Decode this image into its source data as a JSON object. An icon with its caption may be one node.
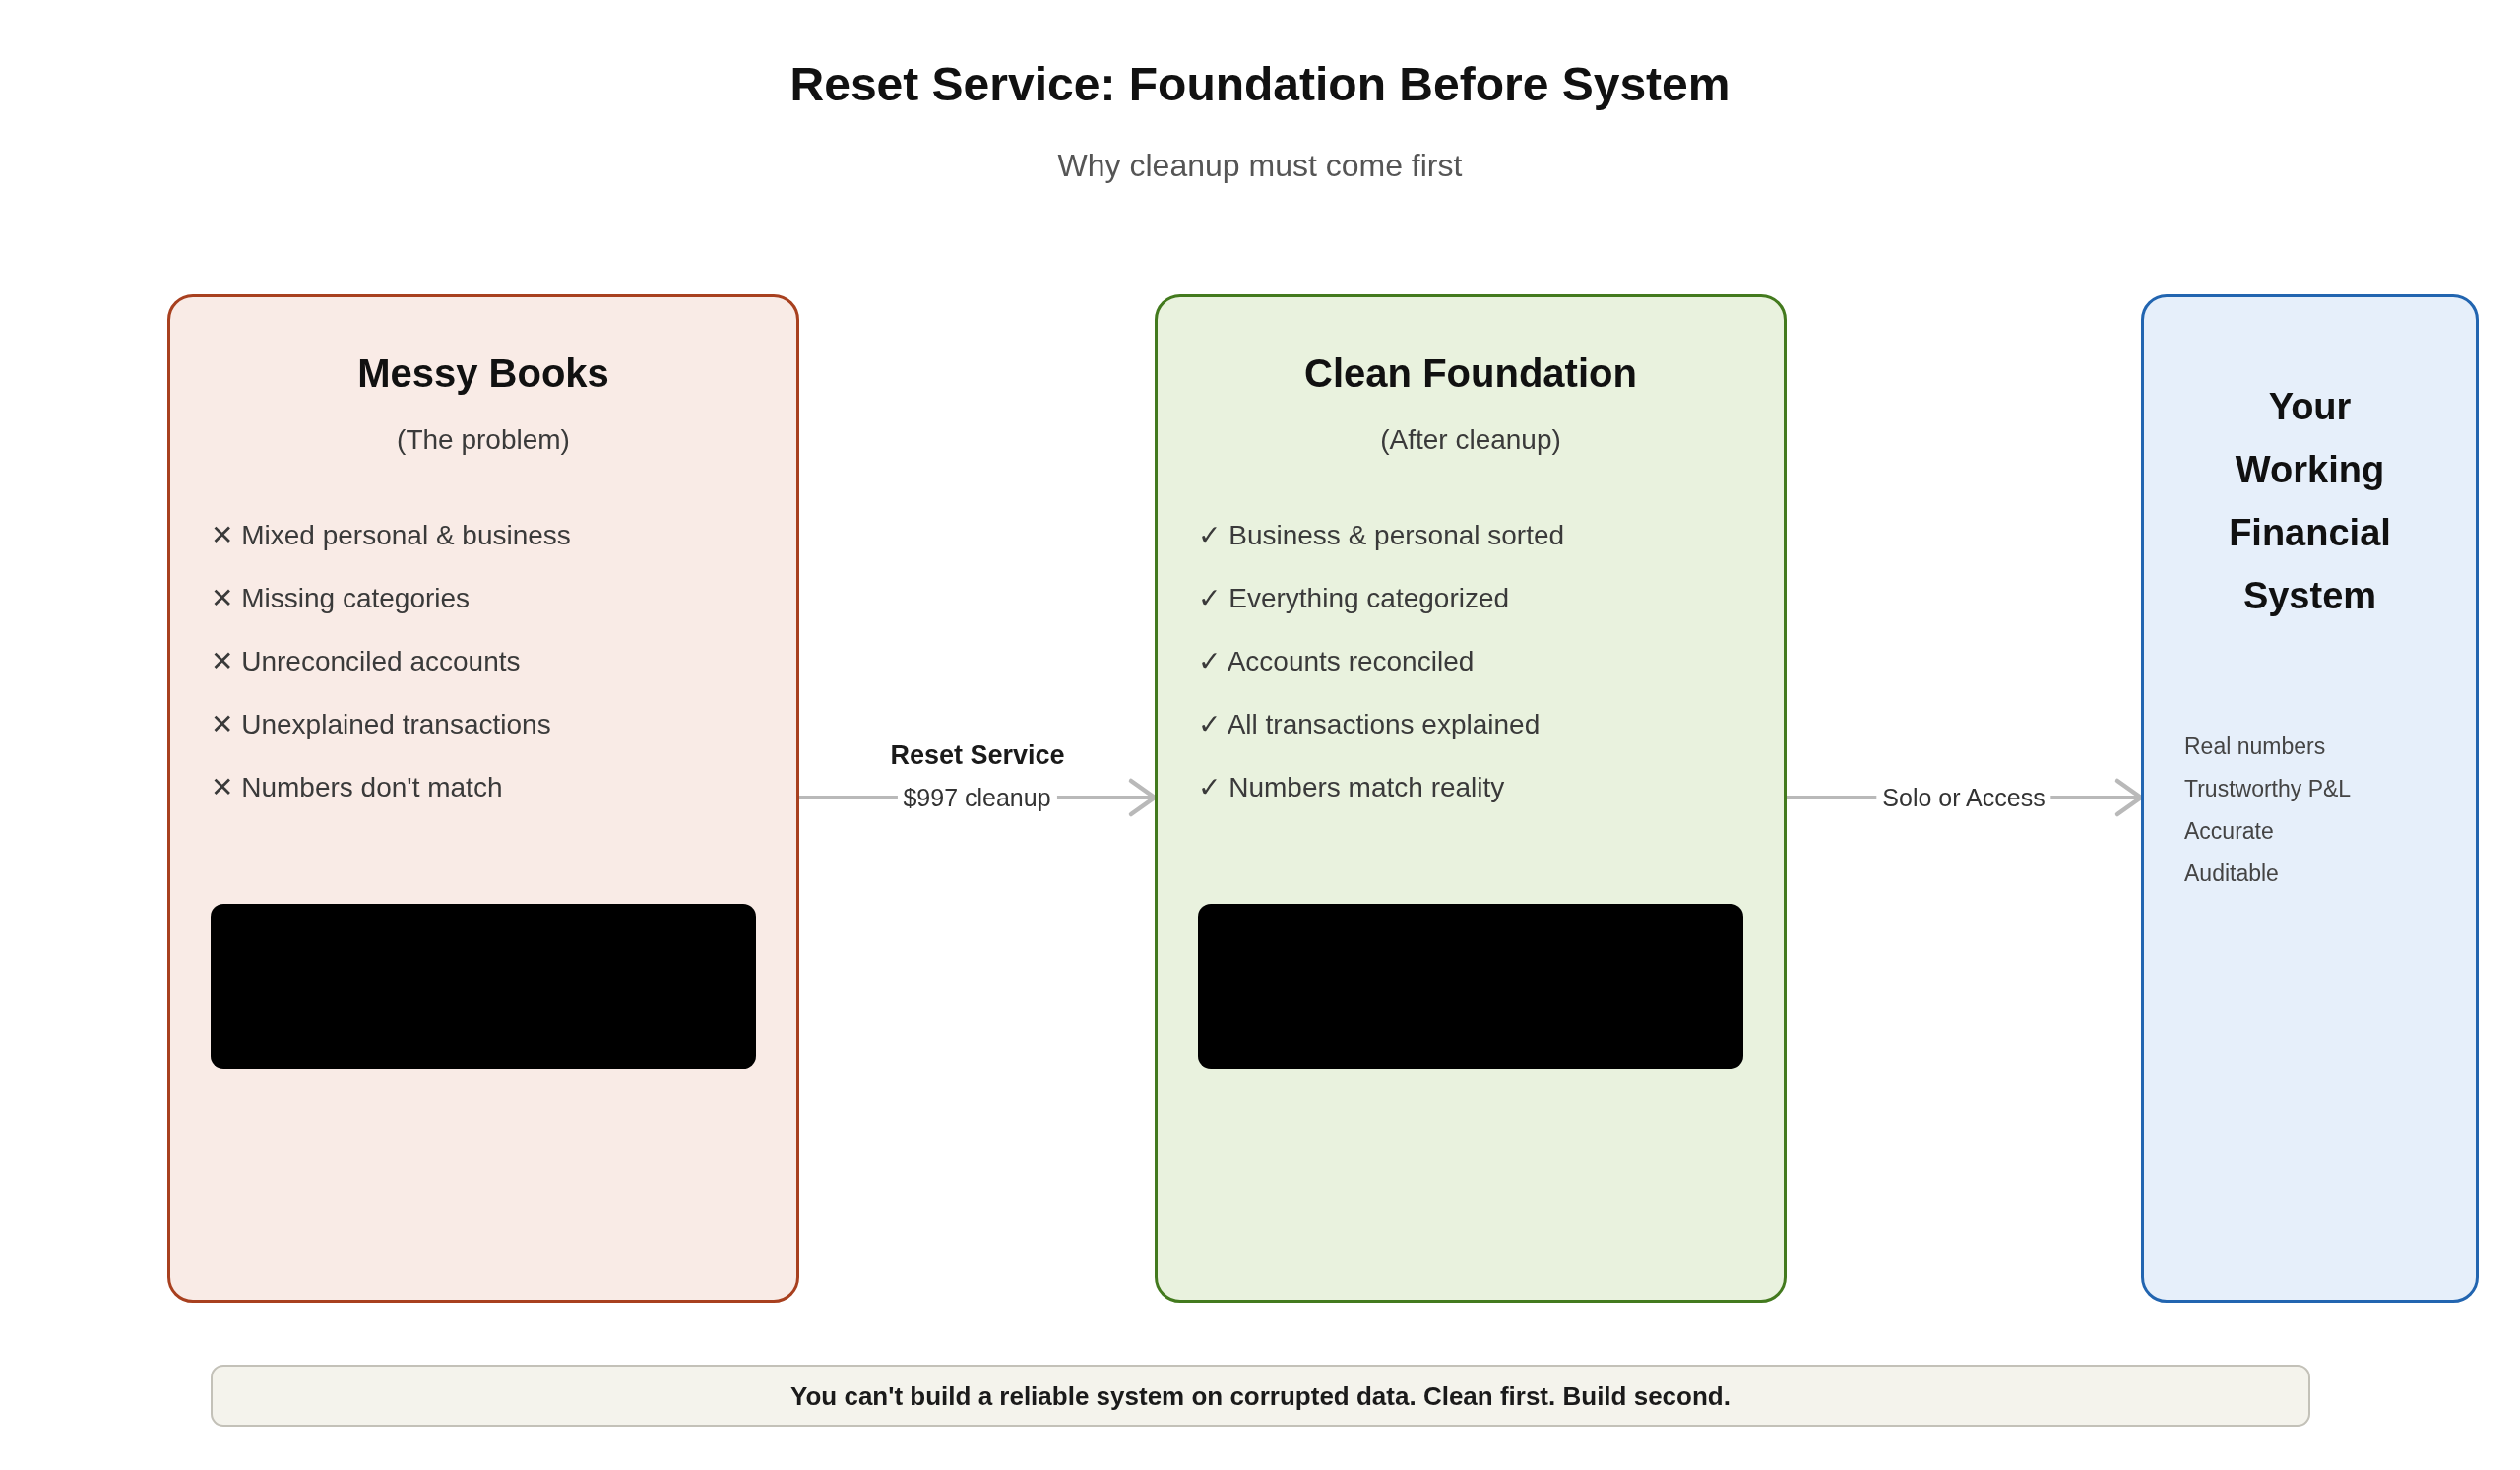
{
  "diagram": {
    "title": "Reset Service: Foundation Before System",
    "nodes": [
      {
        "text": [
          "Messy Books",
          "(The problem)",
          "✕ Mixed personal & business",
          "✕ Missing categories",
          "✕ Unreconciled accounts",
          "✕ Unexplained transactions",
          "✕ Numbers don't match"
        ]
      },
      {
        "text": [],
        "shape": "box",
        "in": 0
      },
      {
        "text": [
          "Clean Foundation",
          "(After cleanup)",
          "✓ Business & personal sorted",
          "✓ Everything categorized",
          "✓ Accounts reconciled",
          "✓ All transactions explained",
          "✓ Numbers match reality"
        ]
      },
      {
        "text": [],
        "shape": "box",
        "in": 2
      },
      {
        "text": [
          "Your Working Financial System",
          "Real numbers",
          "Trustworthy P&L",
          "Accurate",
          "Auditable"
        ]
      },
      {
        "text": [
          "You can't build a reliable system on corrupted data. Clean first. Build second."
        ]
      }
    ],
    "edges": [
      {
        "from": 0,
        "to": 2,
        "arrow": "to",
        "label": "$997 cleanup"
      },
      {
        "from": 2,
        "to": 4,
        "arrow": "to",
        "label": "Solo or Access"
      }
    ],
    "labels": [
      "Why cleanup must come first",
      "Reset Service"
    ]
  }
}
